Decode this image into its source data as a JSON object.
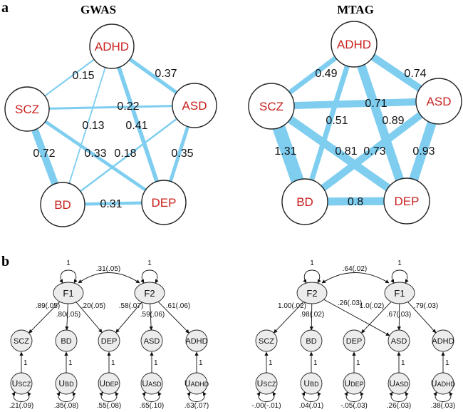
{
  "panel_a": {
    "letter": "a",
    "colors": {
      "edge": "#7fcef0",
      "node_label": "#c8201e"
    },
    "graphs": [
      {
        "title": "GWAS",
        "nodes": [
          "ADHD",
          "ASD",
          "DEP",
          "BD",
          "SCZ"
        ],
        "edges": [
          {
            "from": "ADHD",
            "to": "SCZ",
            "value": "0.15"
          },
          {
            "from": "ADHD",
            "to": "ASD",
            "value": "0.37"
          },
          {
            "from": "SCZ",
            "to": "ASD",
            "value": "0.22"
          },
          {
            "from": "ADHD",
            "to": "BD",
            "value": "0.13"
          },
          {
            "from": "ADHD",
            "to": "DEP",
            "value": "0.41"
          },
          {
            "from": "SCZ",
            "to": "BD",
            "value": "0.72"
          },
          {
            "from": "SCZ",
            "to": "DEP",
            "value": "0.33"
          },
          {
            "from": "ASD",
            "to": "BD",
            "value": "0.18"
          },
          {
            "from": "ASD",
            "to": "DEP",
            "value": "0.35"
          },
          {
            "from": "BD",
            "to": "DEP",
            "value": "0.31"
          }
        ]
      },
      {
        "title": "MTAG",
        "nodes": [
          "ADHD",
          "ASD",
          "DEP",
          "BD",
          "SCZ"
        ],
        "edges": [
          {
            "from": "ADHD",
            "to": "SCZ",
            "value": "0.49"
          },
          {
            "from": "ADHD",
            "to": "ASD",
            "value": "0.74"
          },
          {
            "from": "SCZ",
            "to": "ASD",
            "value": "0.71"
          },
          {
            "from": "ADHD",
            "to": "BD",
            "value": "0.51"
          },
          {
            "from": "ADHD",
            "to": "DEP",
            "value": "0.89"
          },
          {
            "from": "SCZ",
            "to": "BD",
            "value": "1.31"
          },
          {
            "from": "SCZ",
            "to": "DEP",
            "value": "0.81"
          },
          {
            "from": "ASD",
            "to": "BD",
            "value": "0.73"
          },
          {
            "from": "ASD",
            "to": "DEP",
            "value": "0.93"
          },
          {
            "from": "BD",
            "to": "DEP",
            "value": "0.8"
          }
        ]
      }
    ]
  },
  "panel_b": {
    "letter": "b",
    "models": [
      {
        "name": "GWAS",
        "factors": [
          {
            "label": "F1",
            "variance": "1"
          },
          {
            "label": "F2",
            "variance": "1"
          }
        ],
        "factor_covariance": ".31(.05)",
        "indicators": [
          {
            "label": "SCZ",
            "u": "SCZ",
            "residual": ".21(.09)"
          },
          {
            "label": "BD",
            "u": "BD",
            "residual": ".35(.08)"
          },
          {
            "label": "DEP",
            "u": "DEP",
            "residual": ".55(.08)"
          },
          {
            "label": "ASD",
            "u": "ASD",
            "residual": ".65(.10)"
          },
          {
            "label": "ADHD",
            "u": "ADHD",
            "residual": ".63(.07)"
          }
        ],
        "loadings": [
          {
            "factor": 0,
            "indicator": 0,
            "label": ".89(.05)"
          },
          {
            "factor": 0,
            "indicator": 1,
            "label": ".80(.05)"
          },
          {
            "factor": 0,
            "indicator": 2,
            "label": ".20(.05)"
          },
          {
            "factor": 1,
            "indicator": 2,
            "label": ".58(.07)"
          },
          {
            "factor": 1,
            "indicator": 3,
            "label": ".59(.06)"
          },
          {
            "factor": 1,
            "indicator": 4,
            "label": ".61(.06)"
          }
        ],
        "u_path": "1",
        "u_prefix": "U"
      },
      {
        "name": "MTAG",
        "factors": [
          {
            "label": "F2",
            "variance": "1"
          },
          {
            "label": "F1",
            "variance": "1"
          }
        ],
        "factor_covariance": ".64(.02)",
        "indicators": [
          {
            "label": "SCZ",
            "u": "SCZ",
            "residual": "-.00(-.01)"
          },
          {
            "label": "BD",
            "u": "BD",
            "residual": ".04(.01)"
          },
          {
            "label": "DEP",
            "u": "DEP",
            "residual": "-.05(.03)"
          },
          {
            "label": "ASD",
            "u": "ASD",
            "residual": ".26(.03)"
          },
          {
            "label": "ADHD",
            "u": "ADHD",
            "residual": ".38(.03)"
          }
        ],
        "loadings": [
          {
            "factor": 0,
            "indicator": 0,
            "label": "1.00(.02)"
          },
          {
            "factor": 0,
            "indicator": 1,
            "label": ".98(.02)"
          },
          {
            "factor": 0,
            "indicator": 3,
            "label": ".26(.03)"
          },
          {
            "factor": 1,
            "indicator": 2,
            "label": "1.0(.02)"
          },
          {
            "factor": 1,
            "indicator": 3,
            "label": ".67(.03)"
          },
          {
            "factor": 1,
            "indicator": 4,
            "label": ".79(.03)"
          }
        ],
        "u_path": "1",
        "u_prefix": "U"
      }
    ]
  }
}
